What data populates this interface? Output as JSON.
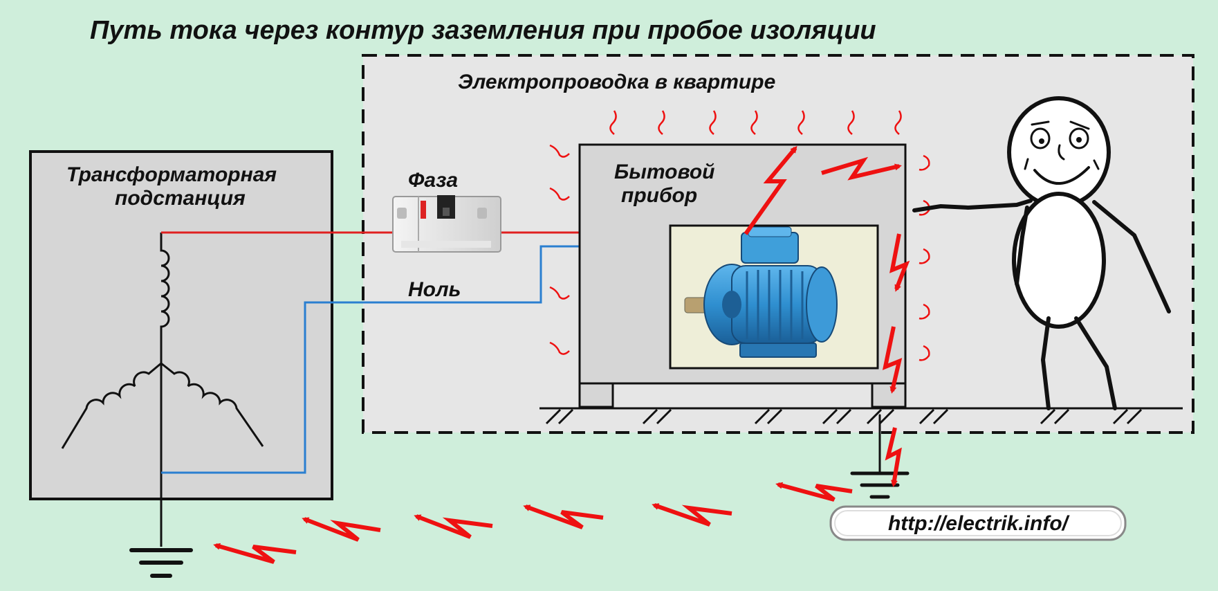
{
  "title": "Путь тока через контур заземления при пробое изоляции",
  "labels": {
    "apartment": "Электропроводка в квартире",
    "substation_line1": "Трансформаторная",
    "substation_line2": "подстанция",
    "phase": "Фаза",
    "neutral": "Ноль",
    "appliance_line1": "Бытовой",
    "appliance_line2": "прибор"
  },
  "url": "http://electrik.info/",
  "colors": {
    "background": "#cfeedb",
    "phase_wire": "#e02020",
    "neutral_wire": "#2a7fd0",
    "current_bolt": "#ee1111",
    "heat_wave": "#ee1111",
    "motor": "#2f8fd0",
    "panel": "#d6d6d6"
  },
  "icons": [
    "transformer-coil-icon",
    "ground-symbol-icon",
    "circuit-breaker-icon",
    "electric-motor-icon",
    "lightning-bolt-icon",
    "person-figure-icon"
  ]
}
